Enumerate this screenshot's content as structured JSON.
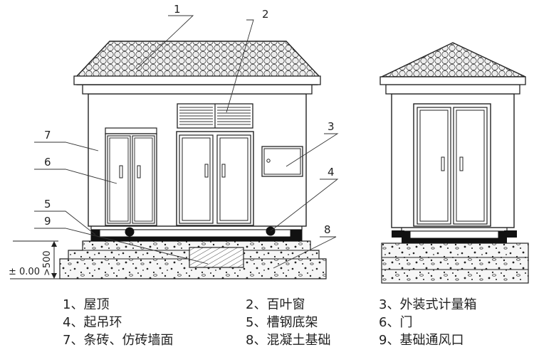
{
  "callouts": [
    "1",
    "2",
    "3",
    "4",
    "5",
    "6",
    "7",
    "8",
    "9"
  ],
  "dimensions": {
    "height": ">500",
    "level": "± 0.00"
  },
  "legend": [
    "1、屋顶",
    "2、百叶窗",
    "3、外装式计量箱",
    "4、起吊环",
    "5、槽钢底架",
    "6、门",
    "7、条砖、仿砖墙面",
    "8、混凝土基础",
    "9、基础通风口"
  ],
  "colors": {
    "line": "#222222",
    "roof_tile": "#e8e8e8",
    "wall": "#ffffff",
    "foundation": "#f2f2f2",
    "steel": "#111111"
  }
}
